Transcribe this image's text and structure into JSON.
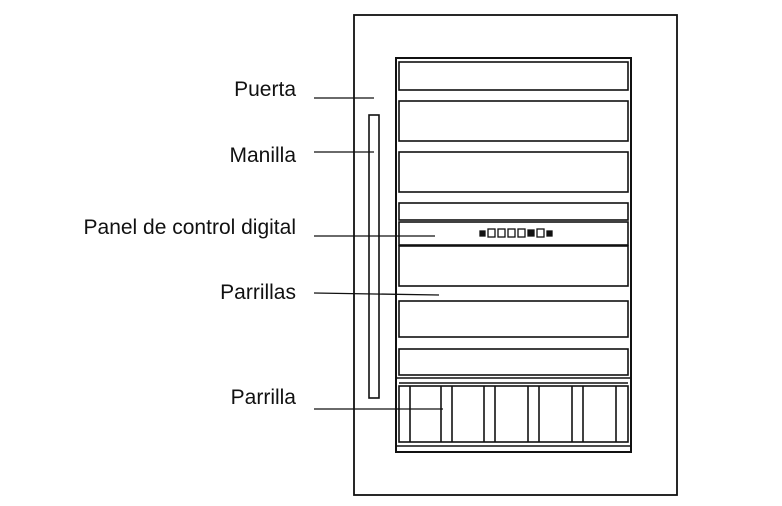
{
  "labels": {
    "door": "Puerta",
    "handle": "Manilla",
    "control_panel": "Panel de control digital",
    "shelves": "Parrillas",
    "bottom_shelf": "Parrilla"
  },
  "colors": {
    "line": "#111111",
    "background": "#ffffff"
  }
}
